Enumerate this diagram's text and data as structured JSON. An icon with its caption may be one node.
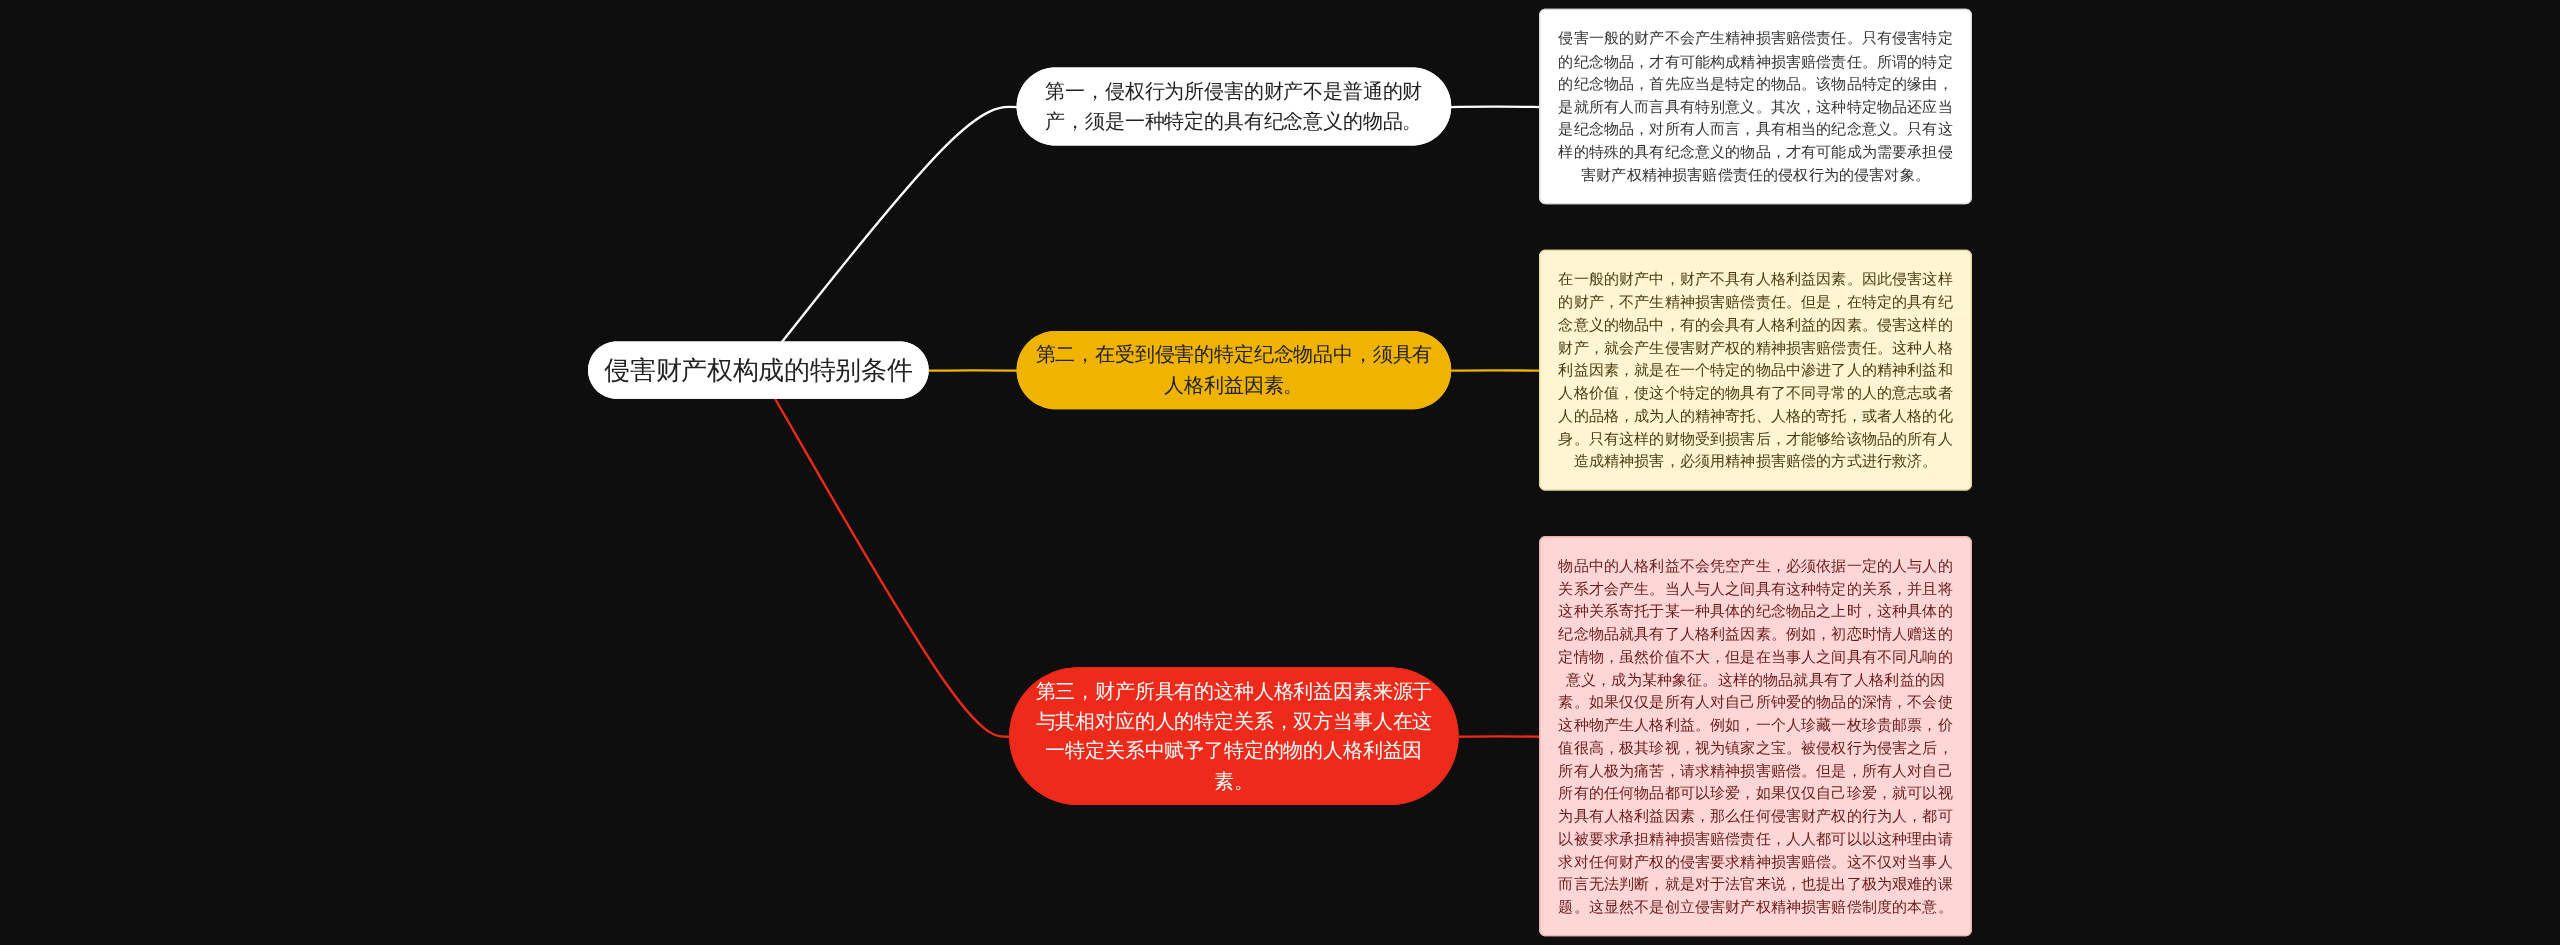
{
  "diagram": {
    "nodes": [
      {
        "text": [
          "侵害财产权构成的特别条件"
        ]
      },
      {
        "text": [
          "第一，侵权行为所侵害的财产不是普通的财产，须是一种特定的具有纪念意义的物品。"
        ]
      },
      {
        "text": [
          "侵害一般的财产不会产生精神损害赔偿责任。只有侵害特定的纪念物品，才有可能构成精神损害赔偿责任。所谓的特定的纪念物品，首先应当是特定的物品。该物品特定的缘由，是就所有人而言具有特别意义。其次，这种特定物品还应当是纪念物品，对所有人而言，具有相当的纪念意义。只有这样的特殊的具有纪念意义的物品，才有可能成为需要承担侵害财产权精神损害赔偿责任的侵权行为的侵害对象。"
        ]
      },
      {
        "text": [
          "第二，在受到侵害的特定纪念物品中，须具有人格利益因素。"
        ]
      },
      {
        "text": [
          "在一般的财产中，财产不具有人格利益因素。因此侵害这样的财产，不产生精神损害赔偿责任。但是，在特定的具有纪念意义的物品中，有的会具有人格利益的因素。侵害这样的财产，就会产生侵害财产权的精神损害赔偿责任。这种人格利益因素，就是在一个特定的物品中渗进了人的精神利益和人格价值，使这个特定的物具有了不同寻常的人的意志或者人的品格，成为人的精神寄托、人格的寄托，或者人格的化身。只有这样的财物受到损害后，才能够给该物品的所有人造成精神损害，必须用精神损害赔偿的方式进行救济。"
        ]
      },
      {
        "text": [
          "第三，财产所具有的这种人格利益因素来源于与其相对应的人的特定关系，双方当事人在这一特定关系中赋予了特定的物的人格利益因素。"
        ]
      },
      {
        "text": [
          "物品中的人格利益不会凭空产生，必须依据一定的人与人的关系才会产生。当人与人之间具有这种特定的关系，并且将这种关系寄托于某一种具体的纪念物品之上时，这种具体的纪念物品就具有了人格利益因素。例如，初恋时情人赠送的定情物，虽然价值不大，但是在当事人之间具有不同凡响的意义，成为某种象征。这样的物品就具有了人格利益的因素。如果仅仅是所有人对自己所钟爱的物品的深情，不会使这种物产生人格利益。例如，一个人珍藏一枚珍贵邮票，价值很高，极其珍视，视为镇家之宝。被侵权行为侵害之后，所有人极为痛苦，请求精神损害赔偿。但是，所有人对自己所有的任何物品都可以珍爱，如果仅仅自己珍爱，就可以视为具有人格利益因素，那么任何侵害财产权的行为人，都可以被要求承担精神损害赔偿责任，人人都可以以这种理由请求对任何财产权的侵害要求精神损害赔偿。这不仅对当事人而言无法判断，就是对于法官来说，也提出了极为艰难的课题。这显然不是创立侵害财产权精神损害赔偿制度的本意。"
        ]
      }
    ],
    "edges": [
      {
        "from": 0,
        "to": 1,
        "arrow": "none",
        "color": "#ffffff"
      },
      {
        "from": 1,
        "to": 2,
        "arrow": "none",
        "color": "#ffffff"
      },
      {
        "from": 0,
        "to": 3,
        "arrow": "none",
        "color": "#f0b400"
      },
      {
        "from": 3,
        "to": 4,
        "arrow": "none",
        "color": "#f0b400"
      },
      {
        "from": 0,
        "to": 5,
        "arrow": "none",
        "color": "#ee2a1a"
      },
      {
        "from": 5,
        "to": 6,
        "arrow": "none",
        "color": "#ee2a1a"
      }
    ]
  }
}
